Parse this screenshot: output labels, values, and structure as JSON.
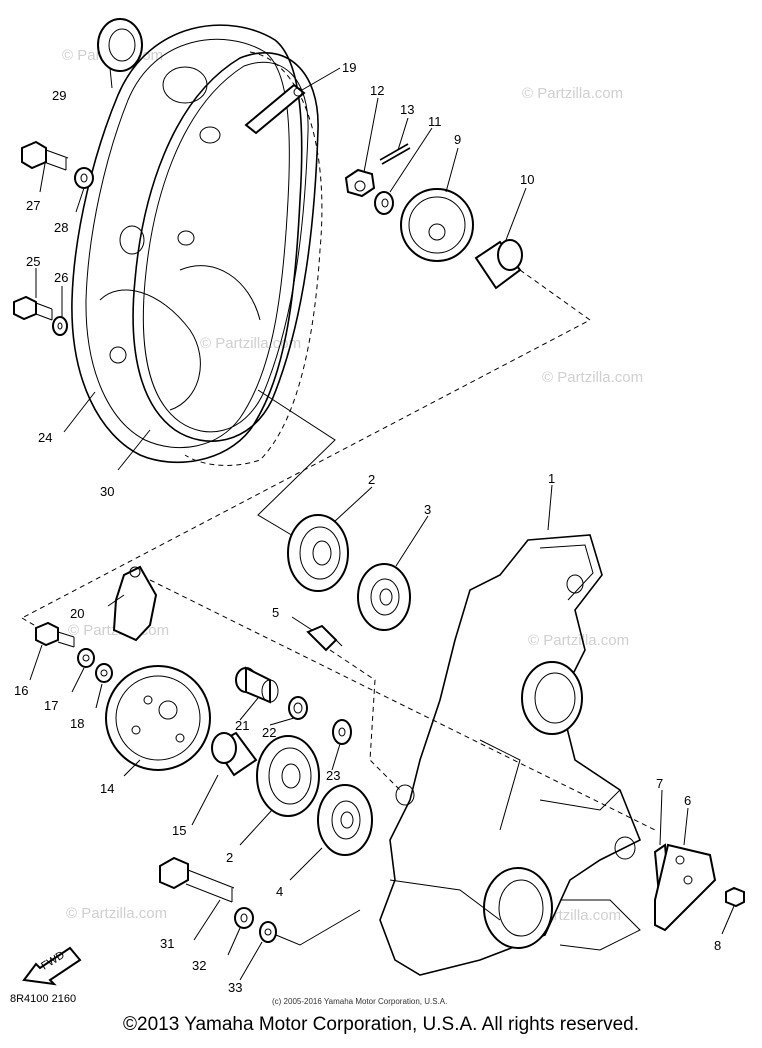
{
  "watermarks": [
    "© Partzilla.com",
    "© Partzilla.com",
    "© Partzilla.com",
    "© Partzilla.com",
    "© Partzilla.com",
    "© Partzilla.com",
    "© Partzilla.com",
    "© Partzilla.com"
  ],
  "callouts": [
    "1",
    "2",
    "2",
    "3",
    "4",
    "5",
    "6",
    "7",
    "8",
    "9",
    "10",
    "11",
    "12",
    "13",
    "14",
    "15",
    "16",
    "17",
    "18",
    "19",
    "20",
    "21",
    "22",
    "23",
    "24",
    "25",
    "26",
    "27",
    "28",
    "29",
    "30",
    "31",
    "32",
    "33"
  ],
  "fwd_label": "FWD",
  "diagram_code": "8R4100 2160",
  "small_copyright": "(c) 2005-2016 Yamaha Motor Corporation, U.S.A.",
  "footer_copyright": "©2013 Yamaha Motor Corporation, U.S.A. All rights reserved."
}
